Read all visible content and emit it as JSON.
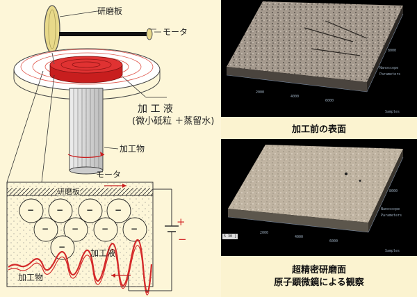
{
  "apparatus": {
    "polishing_plate": "研磨板",
    "motor_top": "モータ",
    "fluid_label": "加 工 液",
    "fluid_composition": "(微小砥粒 ＋蒸留水)",
    "workpiece": "加工物",
    "motor_bottom": "モータ"
  },
  "cross_section": {
    "plate_label": "研磨板",
    "fluid_label": "加工液",
    "workpiece_label": "加工物",
    "particle_charge": "−",
    "positive": "+",
    "negative": "−"
  },
  "photos": {
    "before_caption": "加工前の表面",
    "after_caption_line1": "超精密研磨面",
    "after_caption_line2": "原子顕微鏡による観察",
    "axis_labels": [
      "Nanoscope",
      "Parameters",
      "Samples",
      "2000",
      "4000",
      "6000",
      "8000"
    ],
    "stamp": "5 30 ]"
  },
  "colors": {
    "background": "#fdf6d8",
    "accent_red": "#d42a2a",
    "ring_red": "#e0574c",
    "plate_yellow": "#e8d98a"
  }
}
